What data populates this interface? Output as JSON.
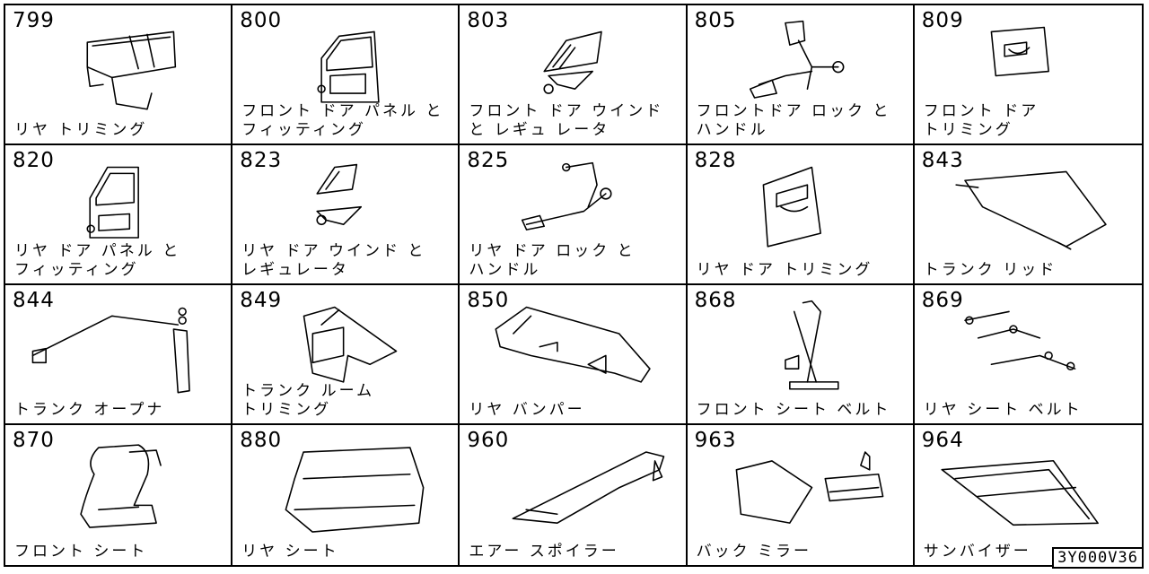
{
  "cells": [
    {
      "code": "799",
      "label": "リヤ トリミング",
      "icon": "rear-trim-icon"
    },
    {
      "code": "800",
      "label": "フロント ドア パネル と\nフィッティング",
      "icon": "front-door-panel-icon"
    },
    {
      "code": "803",
      "label": "フロント ドア ウインド\nと レギュ レータ",
      "icon": "front-window-regulator-icon"
    },
    {
      "code": "805",
      "label": "フロントドア ロック と\nハンドル",
      "icon": "front-door-lock-icon"
    },
    {
      "code": "809",
      "label": "フロント ドア\nトリミング",
      "icon": "front-door-trim-icon"
    },
    {
      "code": "820",
      "label": "リヤ ドア パネル と\nフィッティング",
      "icon": "rear-door-panel-icon"
    },
    {
      "code": "823",
      "label": "リヤ ドア ウインド と\nレギュレータ",
      "icon": "rear-window-regulator-icon"
    },
    {
      "code": "825",
      "label": "リヤ ドア ロック と\nハンドル",
      "icon": "rear-door-lock-icon"
    },
    {
      "code": "828",
      "label": "リヤ ドア トリミング",
      "icon": "rear-door-trim-icon"
    },
    {
      "code": "843",
      "label": "トランク リッド",
      "icon": "trunk-lid-icon"
    },
    {
      "code": "844",
      "label": "トランク オープナ",
      "icon": "trunk-opener-icon"
    },
    {
      "code": "849",
      "label": "トランク ルーム\nトリミング",
      "icon": "trunk-room-trim-icon"
    },
    {
      "code": "850",
      "label": "リヤ バンパー",
      "icon": "rear-bumper-icon"
    },
    {
      "code": "868",
      "label": "フロント シート ベルト",
      "icon": "front-seat-belt-icon"
    },
    {
      "code": "869",
      "label": "リヤ シート ベルト",
      "icon": "rear-seat-belt-icon"
    },
    {
      "code": "870",
      "label": "フロント シート",
      "icon": "front-seat-icon"
    },
    {
      "code": "880",
      "label": "リヤ シート",
      "icon": "rear-seat-icon"
    },
    {
      "code": "960",
      "label": "エアー スポイラー",
      "icon": "air-spoiler-icon"
    },
    {
      "code": "963",
      "label": "バック ミラー",
      "icon": "mirror-icon"
    },
    {
      "code": "964",
      "label": "サンバイザー",
      "icon": "sun-visor-icon"
    }
  ],
  "drawing_number": "3Y000V36"
}
